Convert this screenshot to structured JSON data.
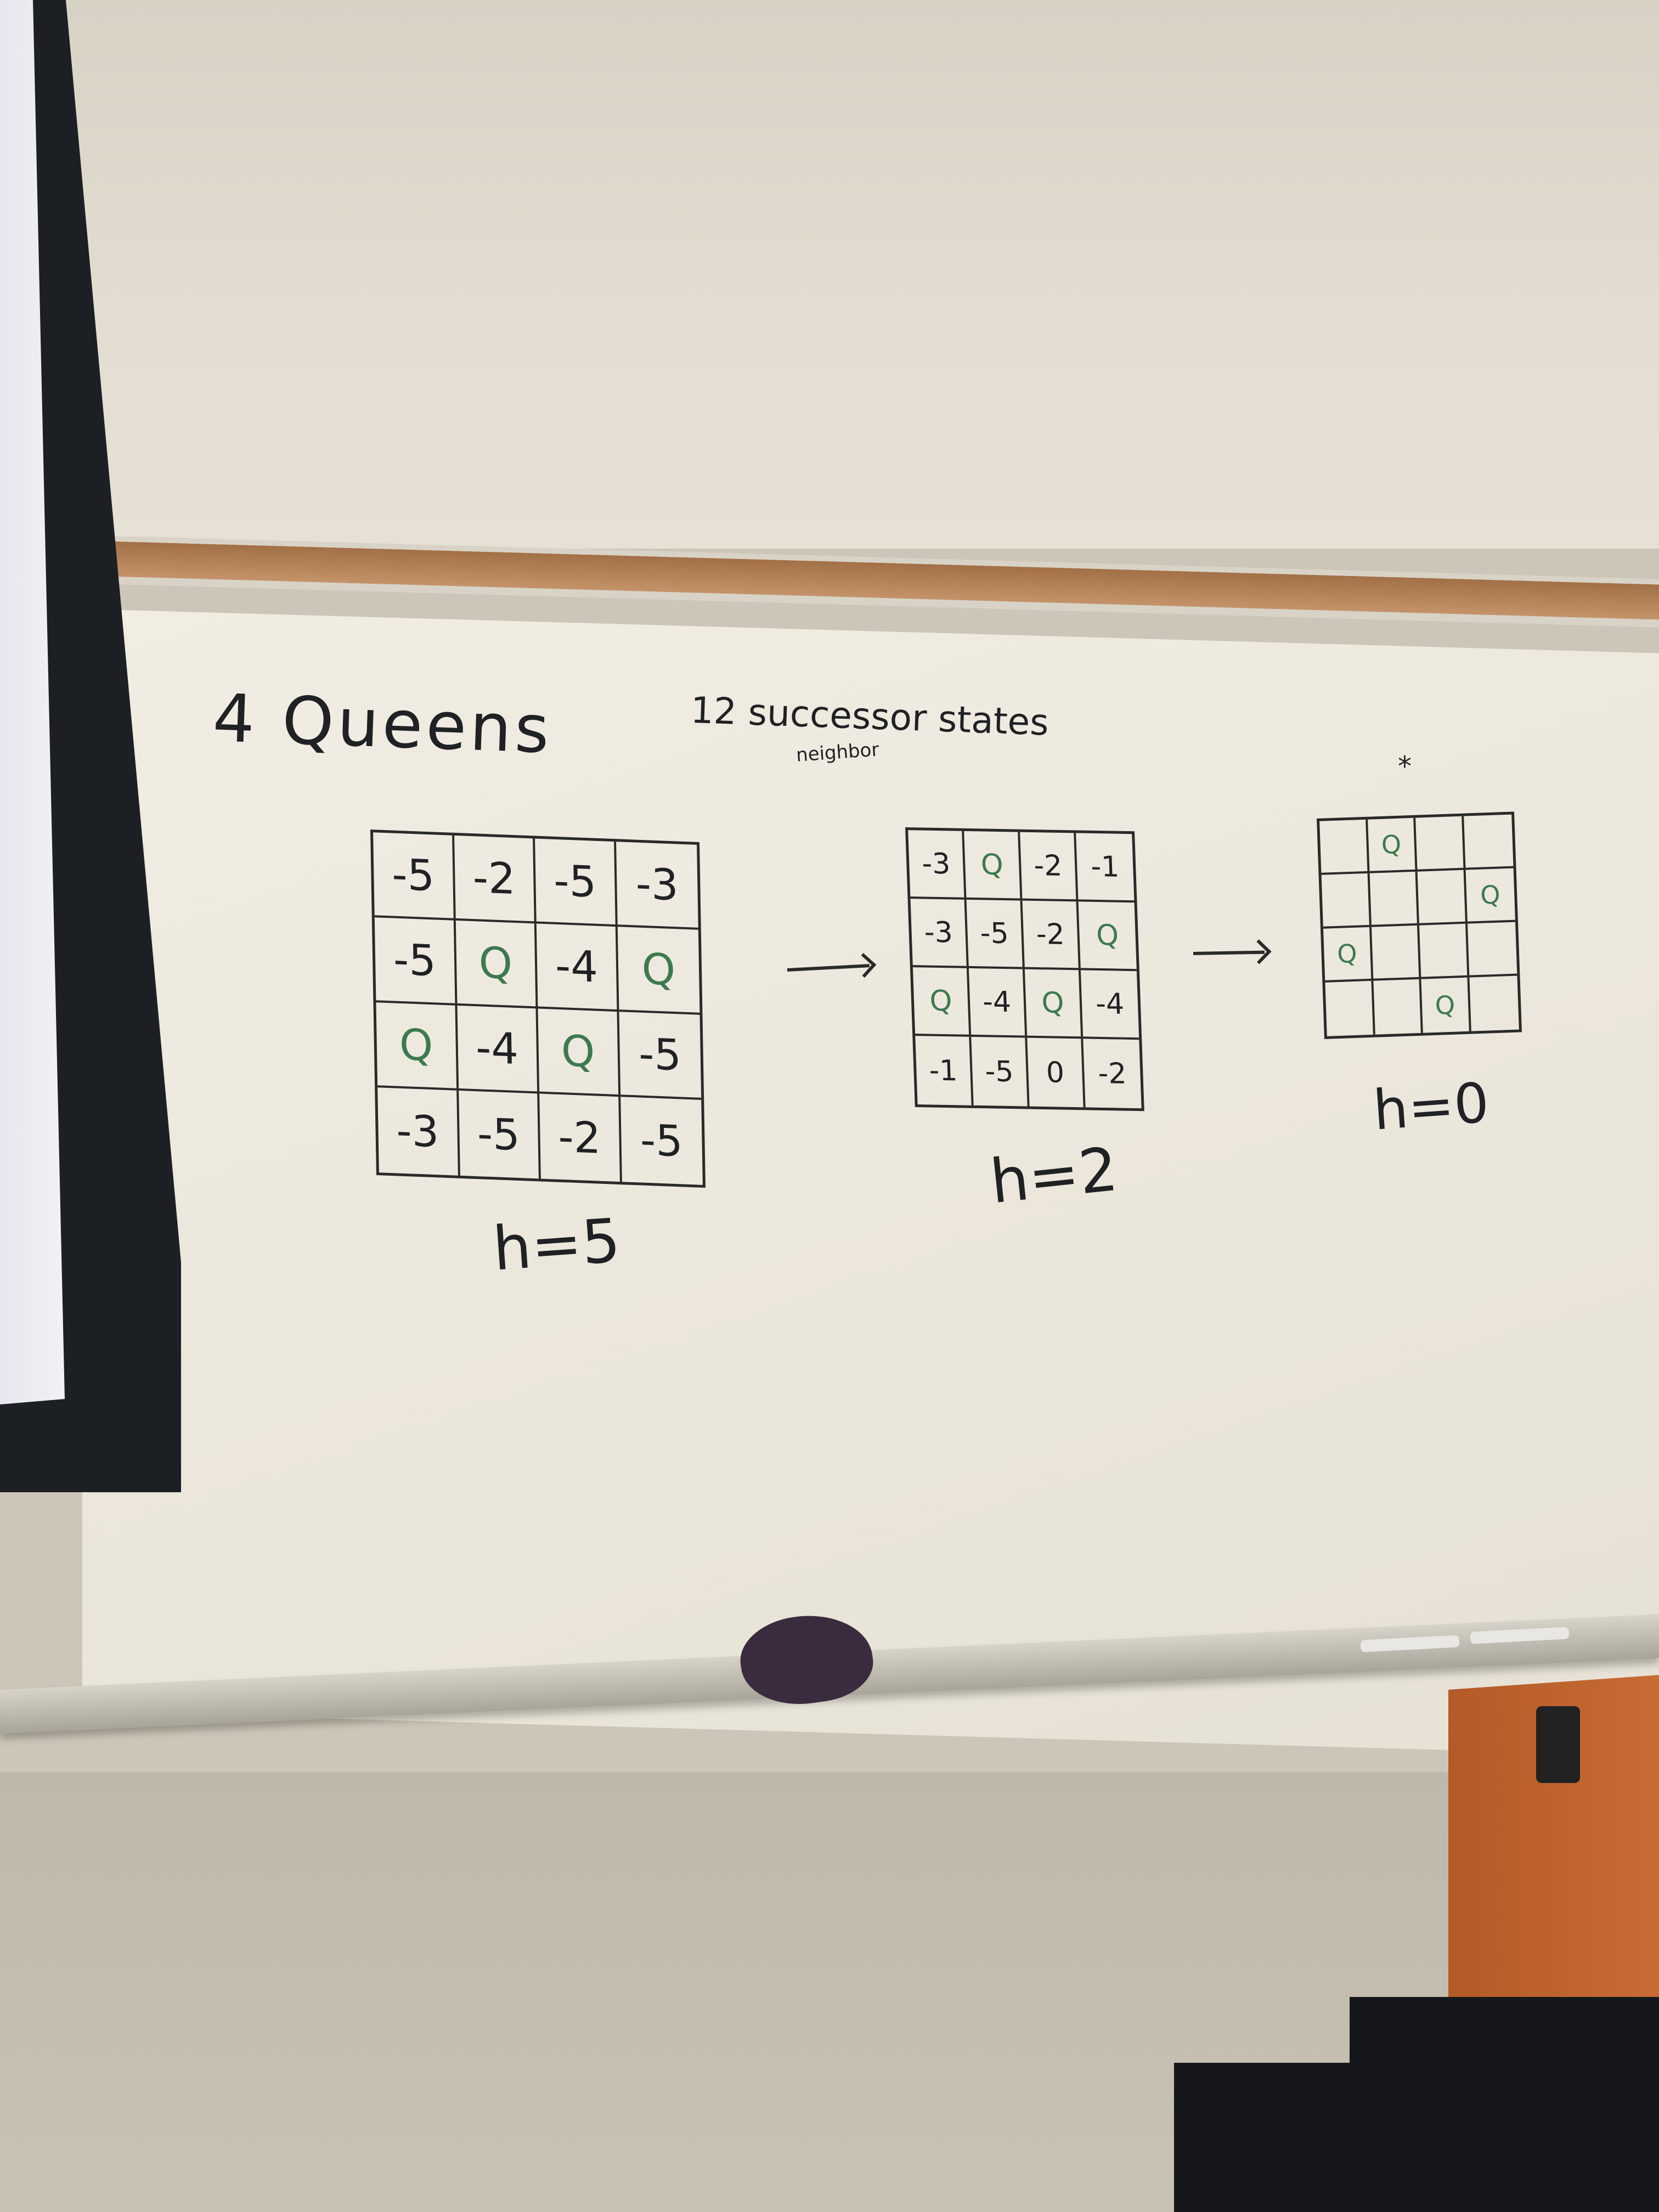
{
  "title": "4 Queens",
  "successor_note": "12 successor states",
  "neighbor_note": "neighbor",
  "star": "*",
  "boards": [
    {
      "cells": [
        [
          "-5",
          "-2",
          "-5",
          "-3"
        ],
        [
          "-5",
          "Q",
          "-4",
          "Q"
        ],
        [
          "Q",
          "-4",
          "Q",
          "-5"
        ],
        [
          "-3",
          "-5",
          "-2",
          "-5"
        ]
      ],
      "label": "h=5"
    },
    {
      "cells": [
        [
          "-3",
          "Q",
          "-2",
          "-1"
        ],
        [
          "-3",
          "-5",
          "-2",
          "Q"
        ],
        [
          "Q",
          "-4",
          "Q",
          "-4"
        ],
        [
          "-1",
          "-5",
          "0",
          "-2"
        ]
      ],
      "label": "h=2"
    },
    {
      "cells": [
        [
          "",
          "Q",
          "",
          ""
        ],
        [
          "",
          "",
          "",
          "Q"
        ],
        [
          "Q",
          "",
          "",
          ""
        ],
        [
          "",
          "",
          "Q",
          ""
        ]
      ],
      "label": "h=0"
    }
  ],
  "colors": {
    "whiteboard": "#efebe1",
    "wall": "#cdc6b8",
    "cork": "#b88a5e",
    "ink_black": "#1f2124",
    "ink_green": "#3c7a4e",
    "eraser": "#3a2b3e",
    "door": "#c0652f"
  }
}
